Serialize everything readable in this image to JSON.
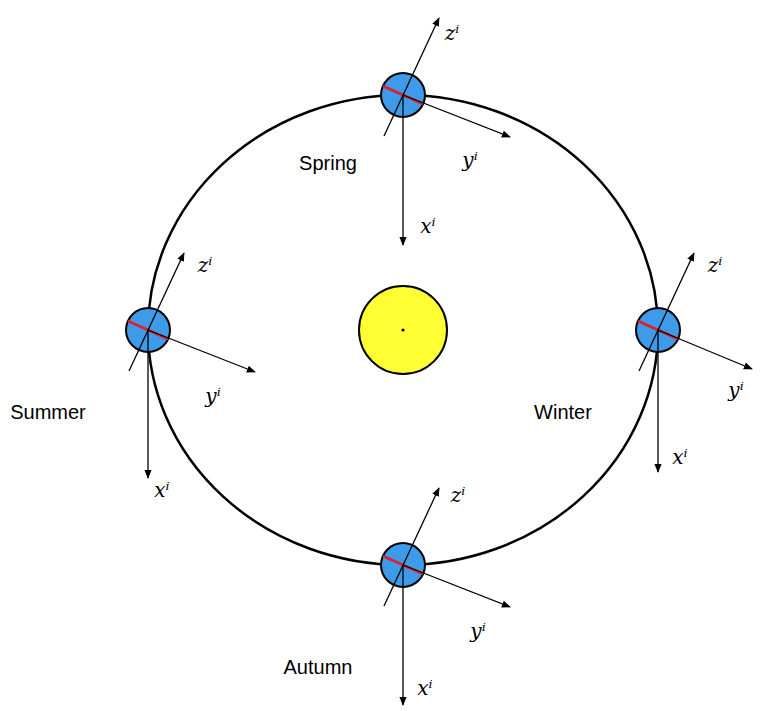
{
  "diagram": {
    "labels": [
      "zⁱ",
      "yⁱ",
      "Spring",
      "xⁱ",
      "zⁱ",
      "zⁱ",
      "Summer",
      "yⁱ",
      "yⁱ",
      "Winter",
      "xⁱ",
      "xⁱ",
      "zⁱ",
      "yⁱ",
      "Autumn",
      "xⁱ"
    ]
  }
}
